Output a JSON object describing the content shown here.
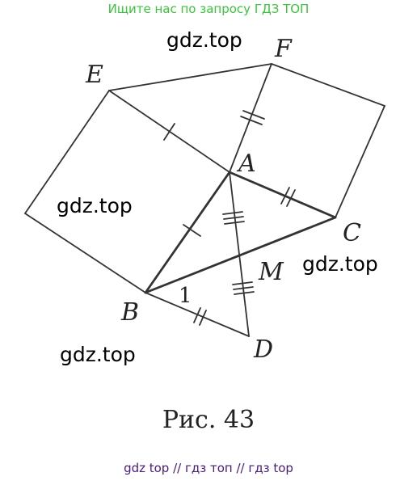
{
  "header": {
    "text": "Ищите нас по запросу ГДЗ ТОП"
  },
  "watermarks": [
    "gdz.top",
    "gdz.top",
    "gdz.top",
    "gdz.top"
  ],
  "diagram": {
    "vertices": {
      "E": "E",
      "F": "F",
      "A": "A",
      "C": "C",
      "M": "M",
      "B": "B",
      "D": "D"
    },
    "angle_label": "1"
  },
  "caption": "Рис. 43",
  "footer": "gdz top // гдз топ // гдз top",
  "colors": {
    "header": "#3cc43c",
    "footer": "#4a1a7a",
    "lines": "#333333"
  }
}
